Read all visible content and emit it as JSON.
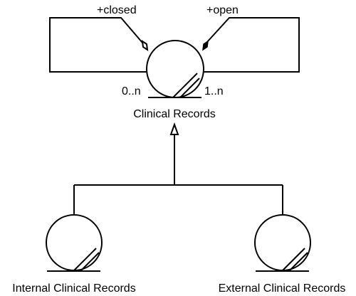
{
  "diagram": {
    "entities": [
      {
        "id": "clinical",
        "label": "Clinical Records"
      },
      {
        "id": "internal",
        "label": "Internal Clinical Records"
      },
      {
        "id": "external",
        "label": "External Clinical Records"
      }
    ],
    "self_association": {
      "left_role": "+closed",
      "right_role": "+open",
      "left_multiplicity": "0..n",
      "right_multiplicity": "1..n",
      "left_end": "open-diamond",
      "right_end": "filled-diamond"
    },
    "generalization": {
      "parent": "clinical",
      "children": [
        "internal",
        "external"
      ],
      "arrow": "hollow-triangle"
    }
  }
}
